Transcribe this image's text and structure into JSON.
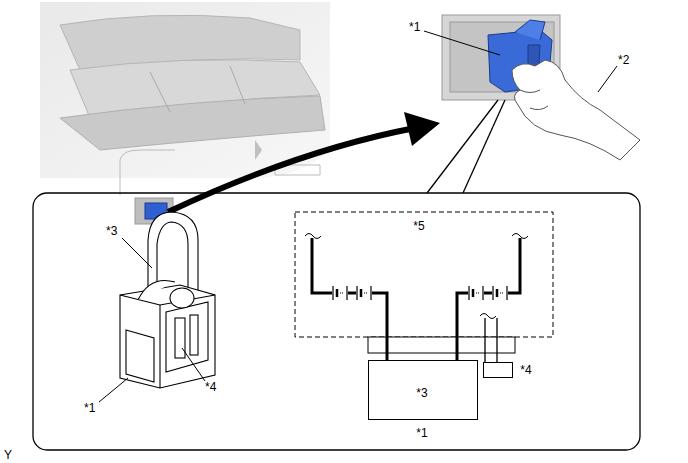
{
  "diagram": {
    "nodes": [
      {
        "text": [
          "*5"
        ]
      },
      {
        "text": [
          "*3",
          "*1"
        ]
      },
      {
        "text": [
          "*4"
        ]
      }
    ],
    "edges": [
      {
        "from": 0,
        "to": 1,
        "arrow": "none"
      },
      {
        "from": 0,
        "to": 1,
        "arrow": "none"
      },
      {
        "from": 0,
        "to": 2,
        "arrow": "none"
      }
    ],
    "labels": [
      "*1",
      "*2",
      "*3",
      "*4",
      "*1",
      "Y"
    ]
  }
}
